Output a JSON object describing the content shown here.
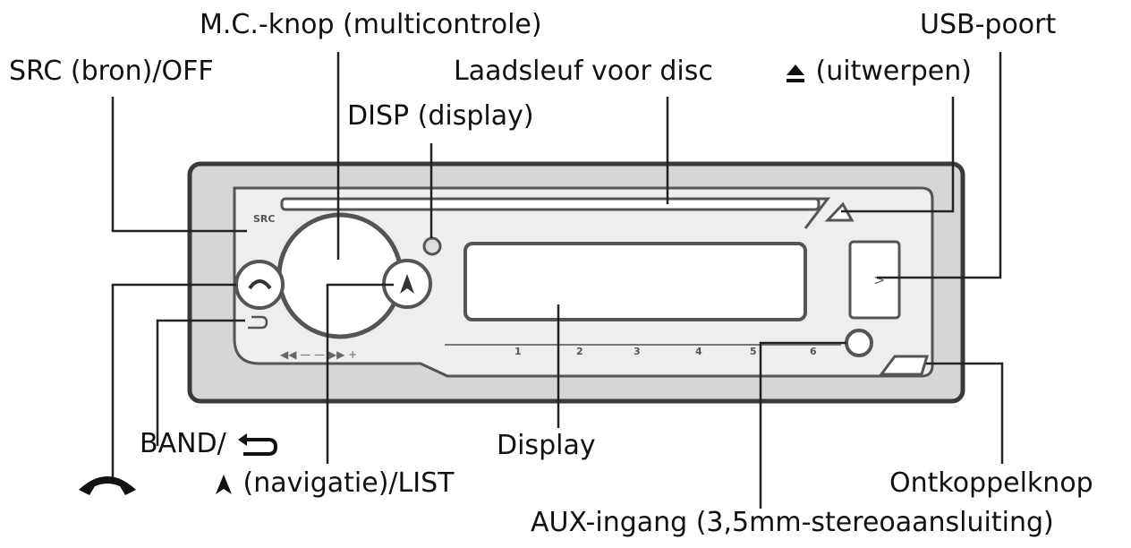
{
  "labels": {
    "mc_knob": "M.C.-knop (multicontrole)",
    "usb_port": "USB-poort",
    "src_off": "SRC (bron)/OFF",
    "disc_slot": "Laadsleuf voor disc",
    "eject": "(uitwerpen)",
    "disp": "DISP (display)",
    "band": "BAND/",
    "display": "Display",
    "navigation_list": "(navigatie)/LIST",
    "release": "Ontkoppelknop",
    "aux": "AUX-ingang (3,5mm-stereoaansluiting)"
  },
  "device": {
    "src_text": "SRC",
    "presets": [
      "1",
      "2",
      "3",
      "4",
      "5",
      "6"
    ]
  },
  "icons": [
    "eject-icon",
    "phone-icon",
    "back-arrow-icon",
    "navigation-arrow-icon",
    "skip-back-icon",
    "skip-forward-icon"
  ],
  "colors": {
    "text": "#111111",
    "line": "#222222",
    "panel_outer": "#d9d9d9",
    "panel_inner": "#eeeeee",
    "outline": "#4a4a4a"
  }
}
